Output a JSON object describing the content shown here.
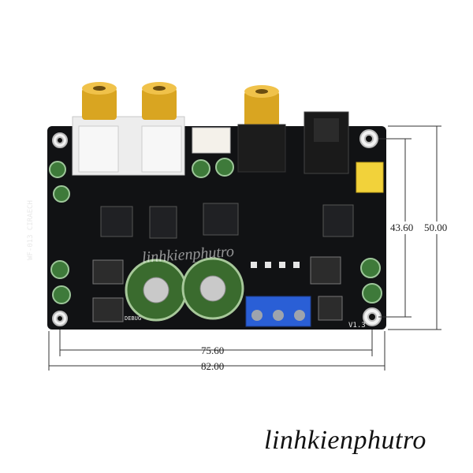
{
  "dimensions": {
    "board_width_outer": "82.00",
    "hole_spacing_horizontal": "75.60",
    "board_height_outer": "50.00",
    "hole_spacing_vertical": "43.60"
  },
  "silkscreen": {
    "model": "WF-013 CIRAECH",
    "version": "V1.3",
    "debug": "DEBUG"
  },
  "watermark": "linhkienphutro",
  "brand": "linhkienphutro",
  "colors": {
    "pcb": "#111214",
    "rca_gold": "#d9a521",
    "terminal_blue": "#2a5fd6",
    "capacitor_green": "#3e7a3a",
    "optical_white": "#f2f2f2",
    "yellow_caps": "#f2d23a"
  }
}
